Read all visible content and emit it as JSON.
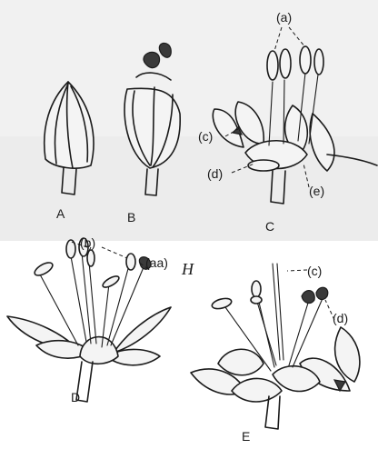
{
  "figure": {
    "panels": {
      "A": "A",
      "B": "B",
      "C": "C",
      "D": "D",
      "E": "E"
    },
    "callouts": {
      "a": "(a)",
      "b": "(b)",
      "aa": "(aa)",
      "c_top": "(c)",
      "d_top": "(d)",
      "e": "(e)",
      "c_e": "(c)",
      "d_e": "(d)"
    },
    "mark_H": "H"
  }
}
